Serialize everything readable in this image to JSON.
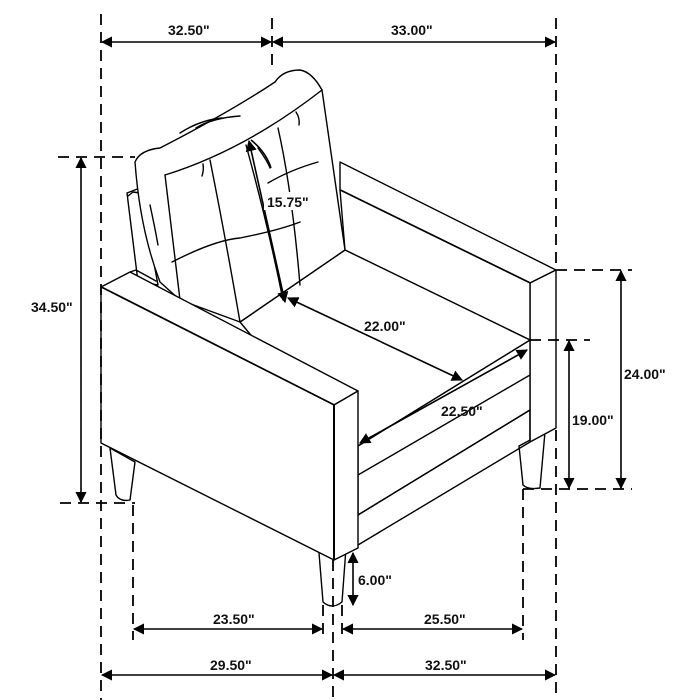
{
  "diagram": {
    "subject": "armchair",
    "colors": {
      "line": "#000000",
      "background": "#ffffff"
    },
    "dimensions": {
      "top_left_width": "32.50\"",
      "top_right_width": "33.00\"",
      "overall_height": "34.50\"",
      "back_height": "15.75\"",
      "seat_depth": "22.00\"",
      "seat_width": "22.50\"",
      "arm_height": "24.00\"",
      "seat_height": "19.00\"",
      "leg_height": "6.00\"",
      "inner_left_depth": "23.50\"",
      "inner_right_width": "25.50\"",
      "bottom_left_depth": "29.50\"",
      "bottom_right_width": "32.50\""
    }
  }
}
